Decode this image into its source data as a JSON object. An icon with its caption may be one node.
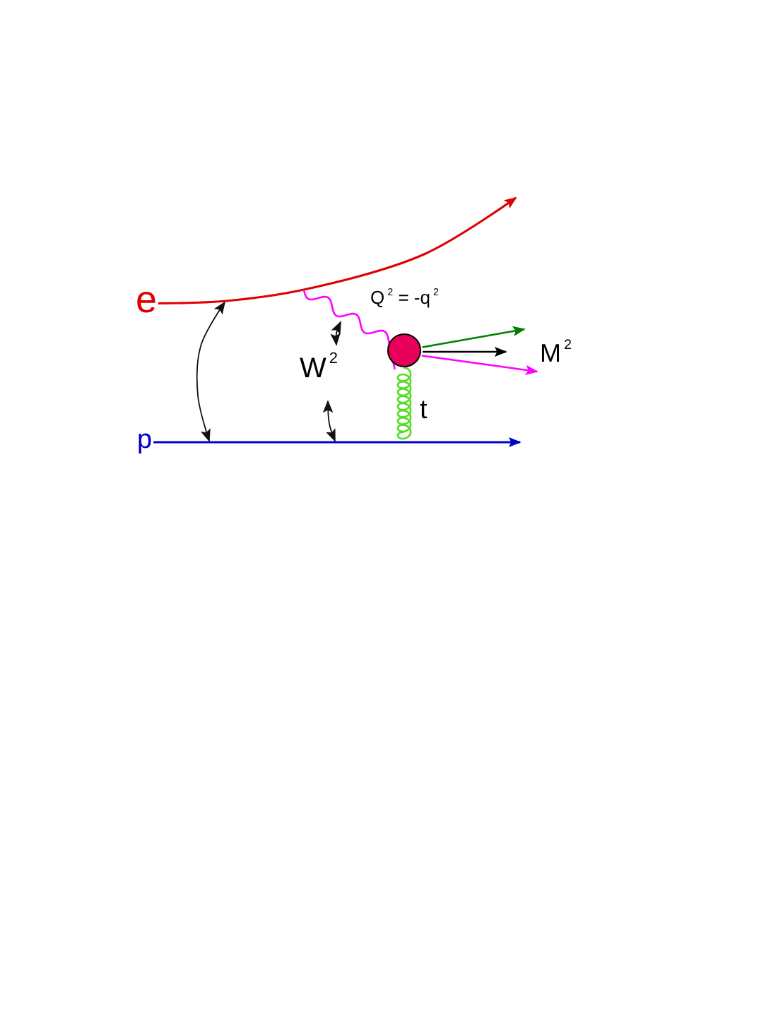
{
  "diagram": {
    "nodes": [
      {
        "text": [
          "e"
        ]
      },
      {
        "text": [
          "p"
        ]
      },
      {
        "text": [],
        "shape": "circle"
      },
      {
        "text": [
          "M$^{2}$"
        ]
      }
    ],
    "edges": [
      {
        "from": 0,
        "to": null,
        "arrow": "to",
        "color": "#e00000"
      },
      {
        "from": 1,
        "to": null,
        "arrow": "to",
        "color": "#0000cc"
      },
      {
        "from": null,
        "to": 2,
        "arrow": "none",
        "color": "#ff00ff"
      },
      {
        "from": 2,
        "to": 3,
        "arrow": "to",
        "color": "#008000"
      },
      {
        "from": 2,
        "to": 3,
        "arrow": "to",
        "color": "#000000"
      },
      {
        "from": 2,
        "to": 3,
        "arrow": "to",
        "color": "#ff00ff"
      },
      {
        "from": 2,
        "to": null,
        "arrow": "none",
        "color": "#55dd22"
      }
    ],
    "labels": [
      "Q$^{2}$ = -q$^{2}$",
      "W$^{2}$",
      "t"
    ]
  }
}
